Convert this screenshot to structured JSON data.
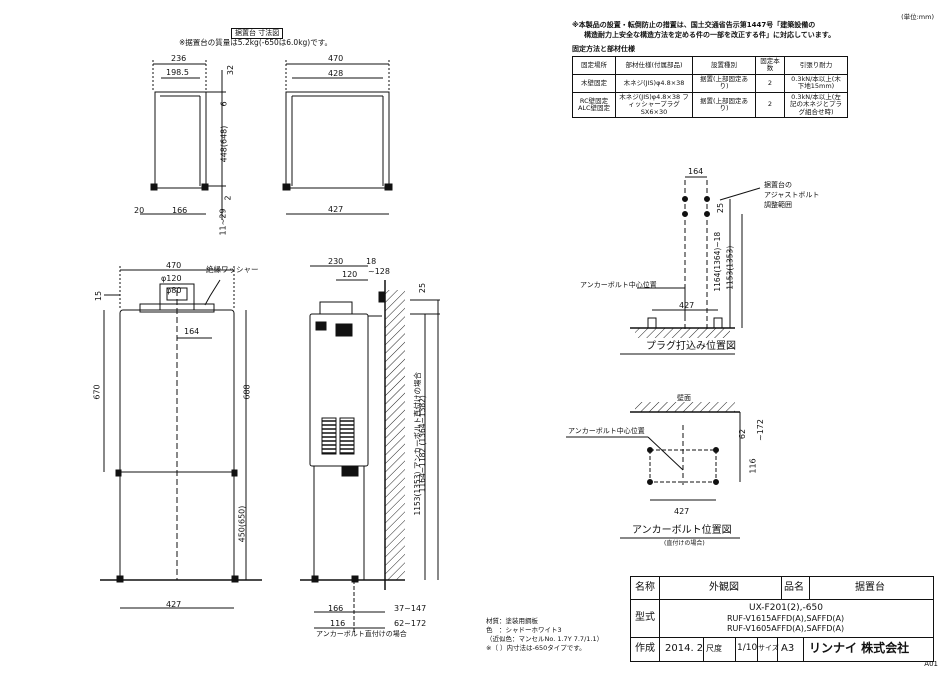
{
  "unit_note": "(単位:mm)",
  "sheet_id": "A01",
  "base": {
    "title": "据置台 寸法図",
    "mass_note": "※据置台の質量は5.2kg(-650は6.0kg)です。",
    "dims": {
      "d236": "236",
      "d198": "198.5",
      "d32": "32",
      "d6": "6",
      "d448": "448(648)",
      "d2": "2",
      "d20": "20",
      "d166": "166",
      "d1129": "11~29",
      "d470": "470",
      "d428": "428",
      "d427": "427"
    }
  },
  "regulation_note": {
    "line1": "※本製品の設置・転倒防止の措置は、国土交通省告示第1447号「建築設備の",
    "line2": "構造耐力上安全な構造方法を定める件の一部を改正する件」に対応しています。"
  },
  "spec_table": {
    "caption": "固定方法と部材仕様",
    "headers": [
      "固定場所",
      "部材仕様(付属部品)",
      "設置種別",
      "固定本数",
      "引張り耐力"
    ],
    "rows": [
      [
        "木壁固定",
        "木ネジ(JIS)φ4.8×38",
        "据置(上部固定あり)",
        "2",
        "0.3kN/本以上(木下地15mm)"
      ],
      [
        "RC壁固定 ALC壁固定",
        "木ネジ(JIS)φ4.8×38 フィッシャープラグSX6×30",
        "据置(上部固定あり)",
        "2",
        "0.3kN/本以上(左記の木ネジとプラグ組合せ時)"
      ]
    ]
  },
  "front_view": {
    "washer_label": "絶縁ワッシャー",
    "dims": {
      "w470": "470",
      "phi120": "φ120",
      "phi80": "φ80",
      "d15": "15",
      "d164": "164",
      "d670": "670",
      "d688": "688",
      "d450": "450(650)",
      "d427": "427"
    }
  },
  "side_view": {
    "dims": {
      "d230": "230",
      "d120": "120",
      "d18": "18",
      "d128": "~128",
      "d25": "25",
      "d1153": "1153(1353) アンカーボルト直付けの場合",
      "d1164": "1164~1182 (1364~1382)",
      "d166": "166",
      "d116": "116",
      "d37147": "37~147",
      "d62172": "62~172"
    },
    "anchor_note": "アンカーボルト直付けの場合"
  },
  "plug_view": {
    "adjust_label1": "据置台の",
    "adjust_label2": "アジャストボルト",
    "adjust_label3": "調整範囲",
    "anchor_center": "アンカーボルト中心位置",
    "title": "プラグ打込み位置図",
    "dims": {
      "d164": "164",
      "d25": "25",
      "d1164": "1164(1364)~18",
      "d1153": "1153(1353)",
      "d427": "427"
    }
  },
  "anchor_view": {
    "wall_label": "壁面",
    "anchor_center": "アンカーボルト中心位置",
    "title": "アンカーボルト位置図",
    "subtitle": "(直付けの場合)",
    "dims": {
      "d62": "62",
      "d172": "~172",
      "d116": "116",
      "d427": "427"
    }
  },
  "materials": {
    "line1": "材質：塗装用鋼板",
    "line2": "色　：シャドーホワイト3",
    "line3": "（近似色：マンセルNo. 1.7Y 7.7/1.1）",
    "line4": "※（ ）内寸法は-650タイプです。"
  },
  "title_block": {
    "name_label": "名称",
    "name_value": "外観図",
    "product_label": "品名",
    "product_value": "据置台",
    "model_label": "型式",
    "model_main": "UX-F201(2),-650",
    "model_sub1": "RUF-V1615AFFD(A),SAFFD(A)",
    "model_sub2": "RUF-V1605AFFD(A),SAFFD(A)",
    "made_label": "作成",
    "date": "2014. 2",
    "scale_label": "尺度",
    "scale": "1/10",
    "size_label": "サイズ",
    "size": "A3",
    "company": "リンナイ 株式会社"
  }
}
